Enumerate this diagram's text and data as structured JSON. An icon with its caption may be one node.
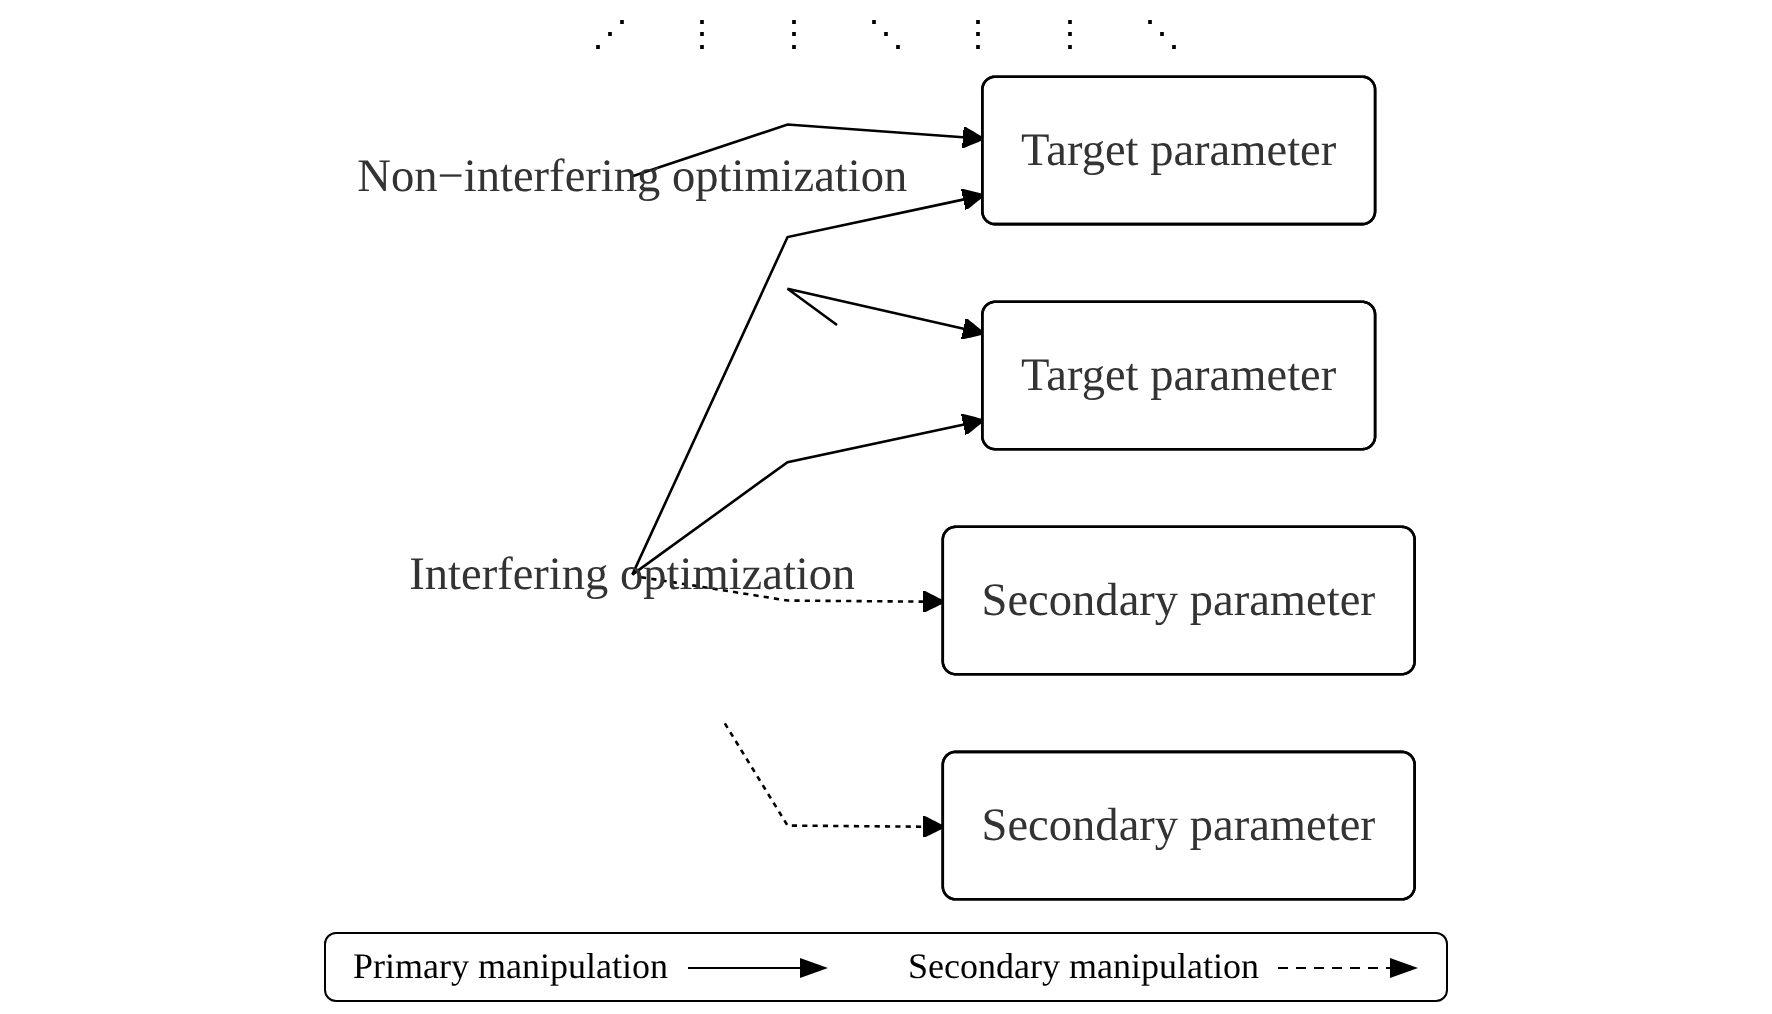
{
  "diagram": {
    "nodes": [
      {
        "text": [
          "Non−interfering optimization"
        ]
      },
      {
        "text": [
          "Interfering optimization"
        ]
      },
      {
        "text": [
          "Target parameter"
        ]
      },
      {
        "text": [
          "Target parameter"
        ]
      },
      {
        "text": [
          "Secondary parameter"
        ]
      },
      {
        "text": [
          "Secondary parameter"
        ]
      }
    ],
    "edges": [
      {
        "from": 0,
        "to": 2,
        "arrow": "to"
      },
      {
        "from": 0,
        "to": 3,
        "arrow": "to"
      },
      {
        "from": 1,
        "to": 2,
        "arrow": "to"
      },
      {
        "from": 1,
        "to": 3,
        "arrow": "to"
      },
      {
        "from": 1,
        "to": 4,
        "arrow": "to",
        "style": "dashed"
      },
      {
        "from": 1,
        "to": 5,
        "arrow": "to",
        "style": "dashed"
      }
    ],
    "labels": [
      "⋰",
      "⋮",
      "⋮",
      "⋱",
      "⋮",
      "⋮",
      "⋱"
    ],
    "legend": [
      {
        "text": "Primary manipulation"
      },
      {
        "text": "Secondary manipulation"
      }
    ]
  }
}
